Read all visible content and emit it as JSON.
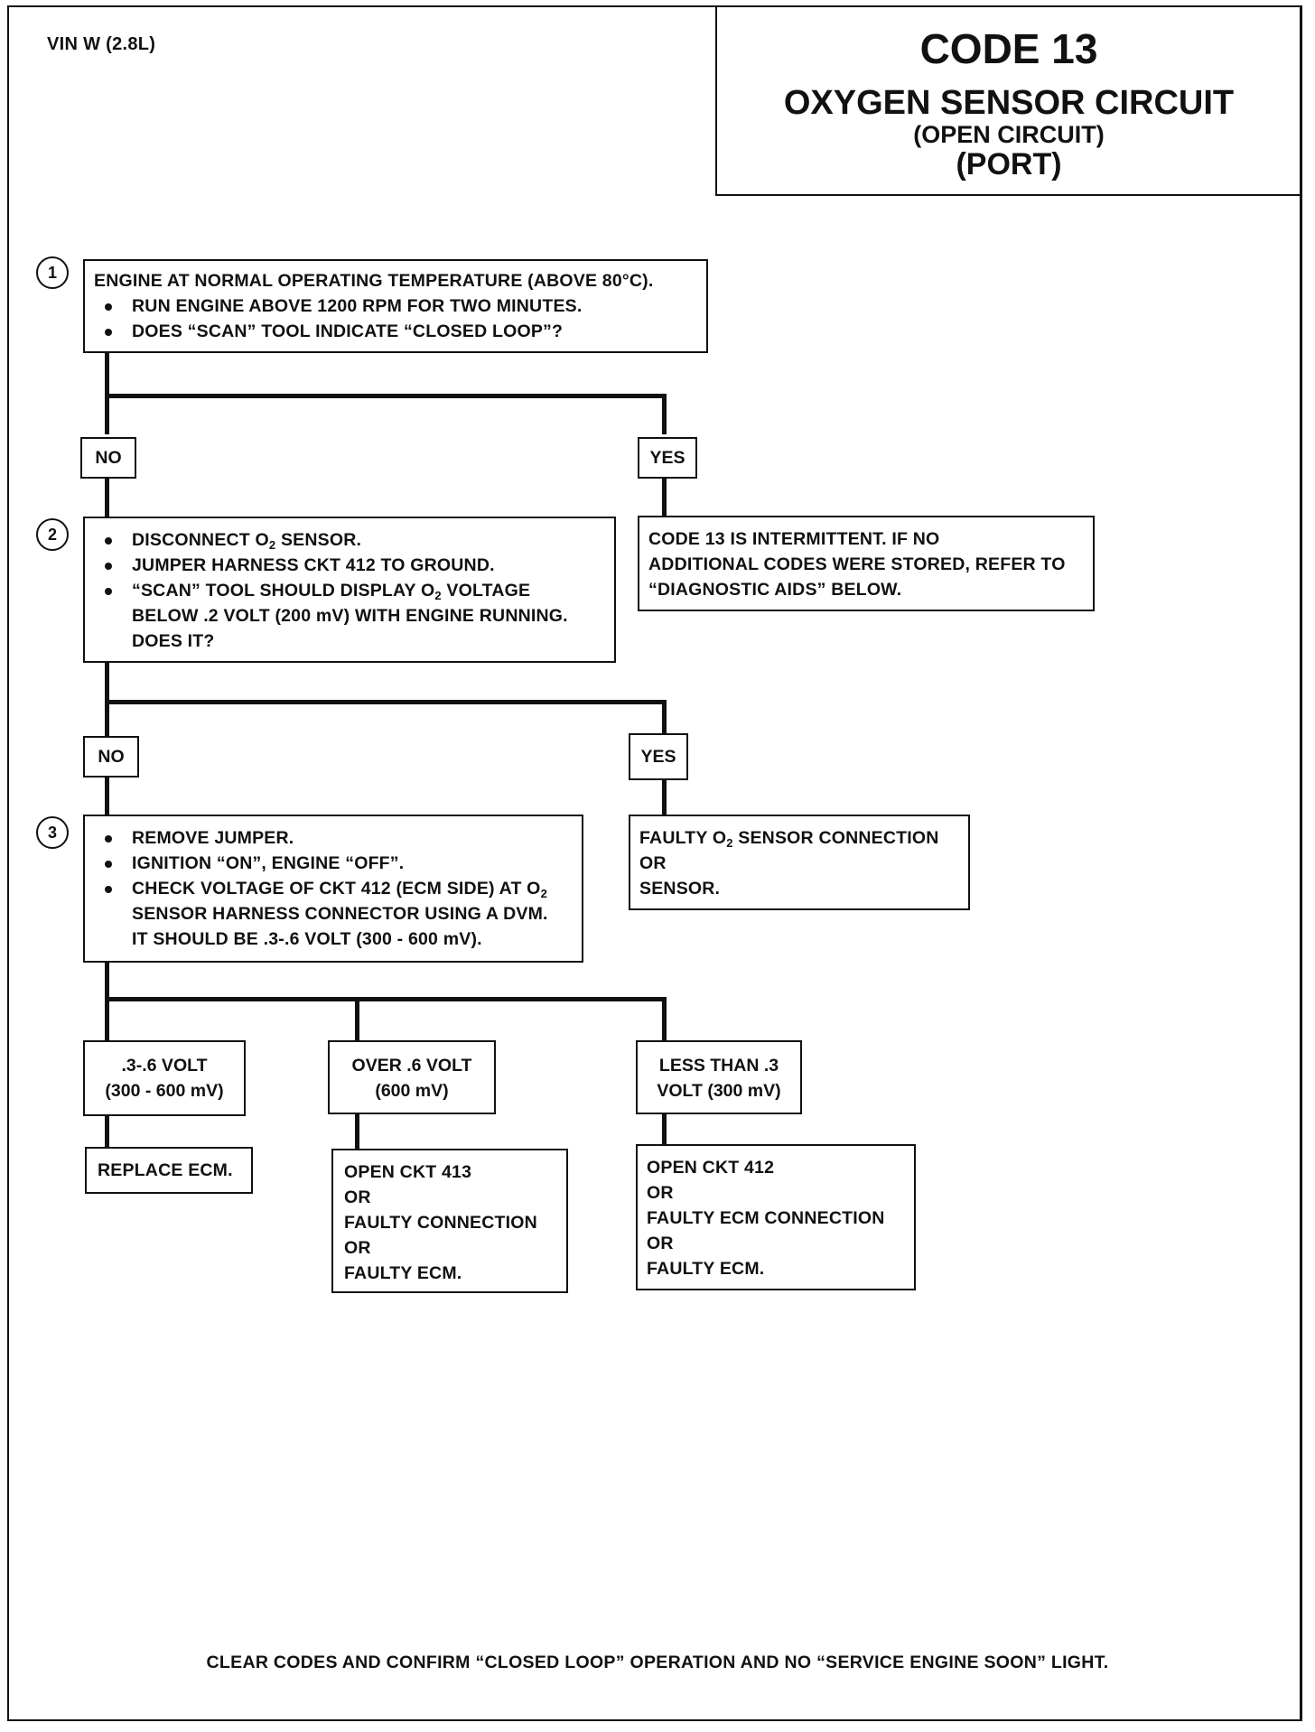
{
  "header": {
    "vin": "VIN W (2.8L)",
    "code": "CODE 13",
    "title": "OXYGEN SENSOR CIRCUIT",
    "subtitle1": "(OPEN CIRCUIT)",
    "subtitle2": "(PORT)"
  },
  "step1": {
    "number": "1",
    "lines": [
      "ENGINE AT NORMAL OPERATING TEMPERATURE (ABOVE 80°C)."
    ],
    "bullets": [
      "RUN ENGINE ABOVE 1200 RPM FOR TWO MINUTES.",
      "DOES “SCAN” TOOL INDICATE “CLOSED LOOP”?"
    ],
    "no_label": "NO",
    "yes_label": "YES"
  },
  "yes1_result": [
    "CODE 13 IS INTERMITTENT.  IF NO",
    "ADDITIONAL CODES WERE STORED, REFER TO",
    "“DIAGNOSTIC AIDS” BELOW."
  ],
  "step2": {
    "number": "2",
    "bullet1_pre": "DISCONNECT O",
    "bullet1_sub": "2",
    "bullet1_post": " SENSOR.",
    "bullet2": "JUMPER HARNESS CKT 412 TO GROUND.",
    "bullet3_pre": "“SCAN” TOOL SHOULD DISPLAY O",
    "bullet3_sub": "2",
    "bullet3_post": " VOLTAGE",
    "bullet3_line2": "BELOW .2  VOLT (200 mV) WITH ENGINE RUNNING.",
    "bullet3_line3": "DOES IT?",
    "no_label": "NO",
    "yes_label": "YES"
  },
  "yes2_result": {
    "line1_pre": "FAULTY O",
    "line1_sub": "2",
    "line1_post": " SENSOR CONNECTION",
    "line2": "OR",
    "line3": "SENSOR."
  },
  "step3": {
    "number": "3",
    "bullet1": "REMOVE JUMPER.",
    "bullet2": "IGNITION “ON”,  ENGINE  “OFF”.",
    "bullet3_pre": "CHECK VOLTAGE OF CKT 412 (ECM SIDE) AT O",
    "bullet3_sub": "2",
    "bullet3_line2": "SENSOR HARNESS CONNECTOR USING A DVM.",
    "bullet3_line3": "IT SHOULD BE  .3-.6 VOLT (300 - 600 mV)."
  },
  "branches": [
    {
      "label": [
        ".3-.6 VOLT",
        "(300 - 600 mV)"
      ],
      "result": [
        "REPLACE ECM."
      ]
    },
    {
      "label": [
        "OVER .6  VOLT",
        "(600 mV)"
      ],
      "result": [
        "OPEN CKT 413",
        "OR",
        "FAULTY CONNECTION",
        "OR",
        "FAULTY ECM."
      ]
    },
    {
      "label": [
        "LESS THAN .3",
        "VOLT  (300 mV)"
      ],
      "result": [
        "OPEN CKT  412",
        "OR",
        "FAULTY ECM CONNECTION",
        "OR",
        "FAULTY ECM."
      ]
    }
  ],
  "footer": "CLEAR CODES AND CONFIRM “CLOSED LOOP”  OPERATION AND NO “SERVICE ENGINE SOON” LIGHT."
}
